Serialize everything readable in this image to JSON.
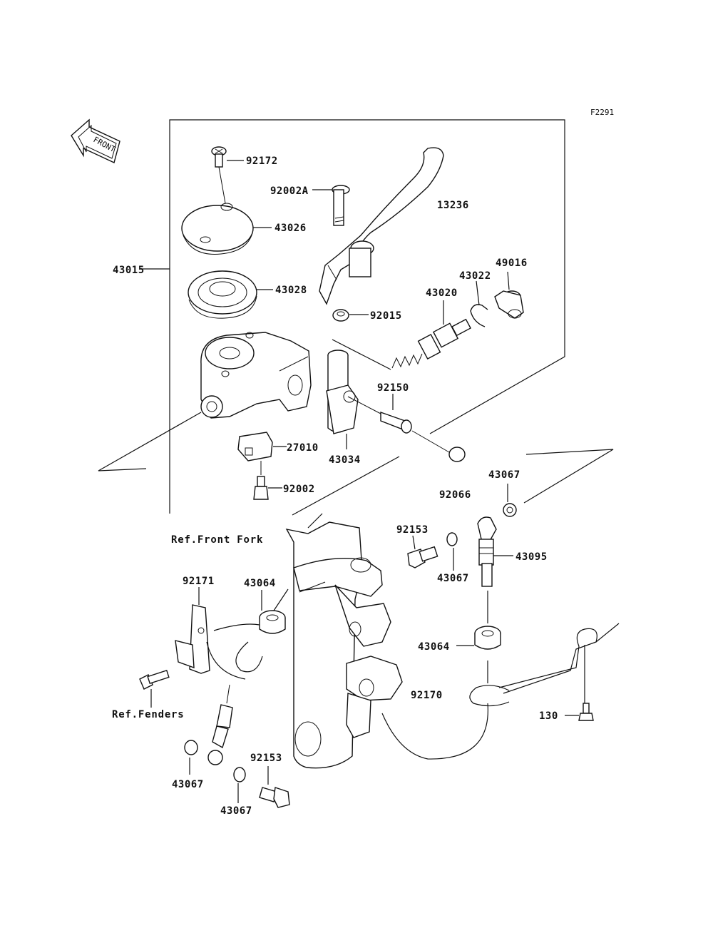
{
  "figure_code": "F2291",
  "front_badge": "FRONT",
  "labels": {
    "p92172": "92172",
    "p92002A": "92002A",
    "p13236": "13236",
    "p43026": "43026",
    "p43015": "43015",
    "p43028": "43028",
    "p49016": "49016",
    "p43022": "43022",
    "p43020": "43020",
    "p92015": "92015",
    "p92150": "92150",
    "p27010": "27010",
    "p43034": "43034",
    "p92002": "92002",
    "p43067_a": "43067",
    "p92066": "92066",
    "p92153_a": "92153",
    "p43095": "43095",
    "p43067_b": "43067",
    "p92171": "92171",
    "p43064_a": "43064",
    "p43064_b": "43064",
    "p92170": "92170",
    "p130": "130",
    "p43067_c": "43067",
    "p92153_b": "92153",
    "p43067_d": "43067"
  },
  "refs": {
    "front_fork": "Ref.Front Fork",
    "fenders": "Ref.Fenders"
  },
  "colors": {
    "line": "#111111",
    "background": "#ffffff"
  }
}
